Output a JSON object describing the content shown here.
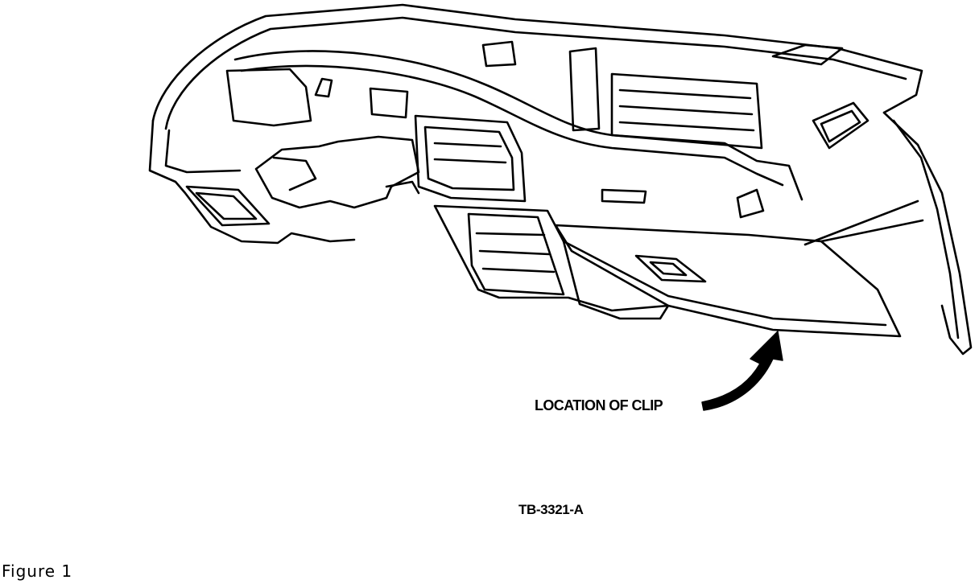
{
  "diagram": {
    "callout_label": "LOCATION OF CLIP",
    "part_number": "TB-3321-A"
  },
  "caption": "Figure 1",
  "icons": {
    "illustration": "dashboard-panel-line-art",
    "callout_arrow": "curved-arrow-icon"
  }
}
